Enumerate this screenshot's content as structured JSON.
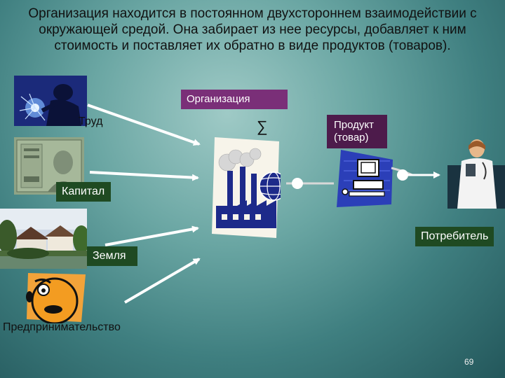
{
  "title": "Организация находится в постоянном двухстороннем взаимодействии с окружающей средой. Она забирает из нее ресурсы, добавляет к ним стоимость и поставляет их обратно в виде продуктов (товаров).",
  "labels": {
    "organization": "Организация",
    "labor": "Труд",
    "capital": "Капитал",
    "land": "Земля",
    "entrepreneurship": "Предпринимательство",
    "sigma": "∑",
    "product": "Продукт (товар)",
    "consumer": "Потребитель"
  },
  "page_number": "69",
  "colors": {
    "label_green": "#1f4a22",
    "label_purple": "#7a2f78",
    "label_product": "#4d1b4b",
    "arrow": "#ffffff"
  },
  "icons": [
    "welder-image",
    "banknote-image",
    "house-landscape-image",
    "worried-face-icon",
    "factory-globe-image",
    "computer-icon",
    "doctor-image"
  ]
}
